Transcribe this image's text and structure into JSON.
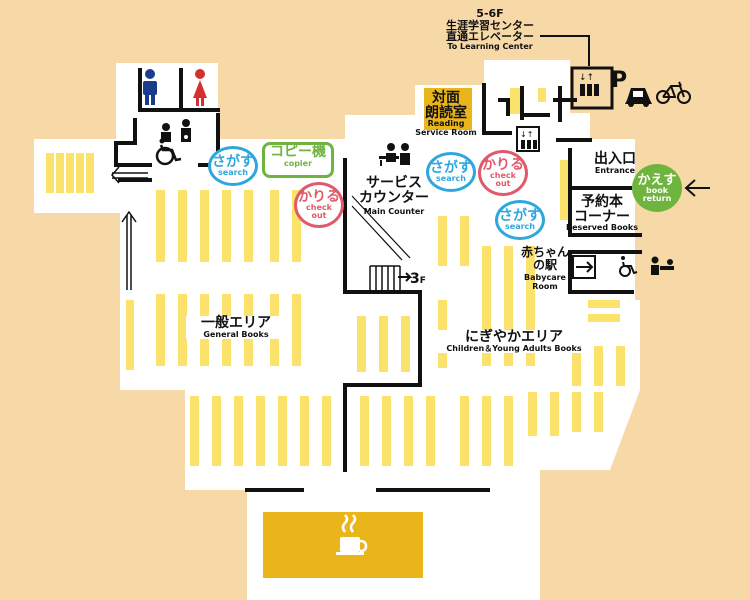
{
  "colors": {
    "background": "#f7d9a8",
    "floor": "#ffffff",
    "shelf": "#fbe26b",
    "cafe": "#eab51a",
    "wall": "#111111",
    "search": "#2ea7de",
    "checkout": "#e05a6b",
    "green": "#6fb43f",
    "male": "#1b3c8c",
    "female": "#d3312f"
  },
  "icons": [
    "male-restroom-icon",
    "female-restroom-icon",
    "wheelchair-icon",
    "family-restroom-icon",
    "elevator-icon",
    "parking-icon",
    "car-icon",
    "bicycle-icon",
    "counter-staff-icon",
    "cafe-cup-icon",
    "babycare-icon",
    "arrow-right-icon",
    "arrow-left-icon",
    "arrow-up-icon"
  ],
  "floor_access": {
    "jp_line1": "5-6F",
    "jp_line2": "生涯学習センター",
    "jp_line3": "直通エレベーター",
    "en": "To Learning Center"
  },
  "reading_room": {
    "jp_line1": "対面",
    "jp_line2": "朗読室",
    "en_line1": "Reading",
    "en_line2": "Service Room"
  },
  "copier": {
    "jp": "コピー機",
    "en": "copier"
  },
  "search_label": {
    "jp": "さがす",
    "en": "search"
  },
  "checkout_label": {
    "jp": "かりる",
    "en_line1": "check",
    "en_line2": "out"
  },
  "return_label": {
    "jp": "かえす",
    "en_line1": "book",
    "en_line2": "return"
  },
  "main_counter": {
    "jp_line1": "サービス",
    "jp_line2": "カウンター",
    "en": "Main Counter"
  },
  "exit": {
    "jp": "出入口",
    "en": "Entrance"
  },
  "reserved": {
    "jp_line1": "予約本",
    "jp_line2": "コーナー",
    "en": "Reserved Books"
  },
  "babycare": {
    "jp_line1": "赤ちゃん",
    "jp_line2": "の駅",
    "en_line1": "Babycare",
    "en_line2": "Room"
  },
  "stairs": {
    "label": "3",
    "sub": "F"
  },
  "general": {
    "jp": "一般エリア",
    "en": "General Books"
  },
  "children": {
    "jp": "にぎやかエリア",
    "en": "Children＆Young Adults Books"
  },
  "parking": {
    "label": "P"
  }
}
